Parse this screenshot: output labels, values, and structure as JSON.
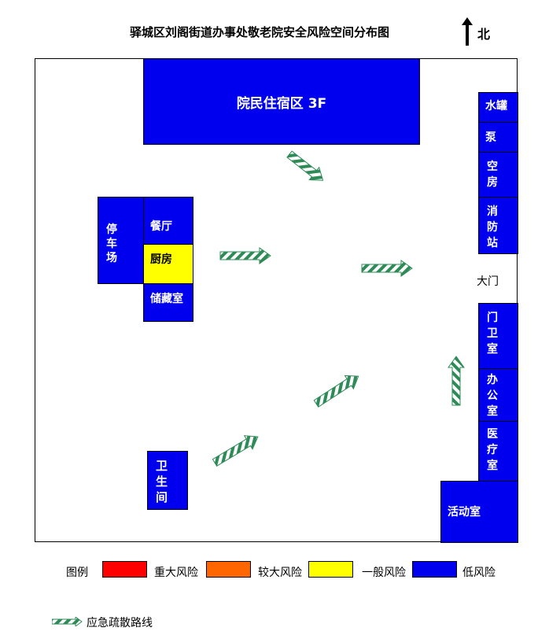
{
  "title": "驿城区刘阁街道办事处敬老院安全风险空间分布图",
  "north_label": "北",
  "rooms": {
    "residence": "院民住宿区 3F",
    "parking": "停车场",
    "dining": "餐厅",
    "kitchen": "厨房",
    "storage": "储藏室",
    "toilet": "卫生间",
    "water_tank": "水罐",
    "pump": "泵",
    "empty_room": "空房",
    "fire_station": "消防站",
    "main_gate": "大门",
    "guard_room": "门卫室",
    "office": "办公室",
    "clinic": "医疗室",
    "activity_room": "活动室"
  },
  "legend": {
    "title": "图例",
    "items": [
      {
        "label": "重大风险",
        "color": "#ff0000"
      },
      {
        "label": "较大风险",
        "color": "#ff6600"
      },
      {
        "label": "一般风险",
        "color": "#ffff00"
      },
      {
        "label": "低风险",
        "color": "#0000ee"
      }
    ],
    "evacuation_label": "应急疏散路线"
  }
}
